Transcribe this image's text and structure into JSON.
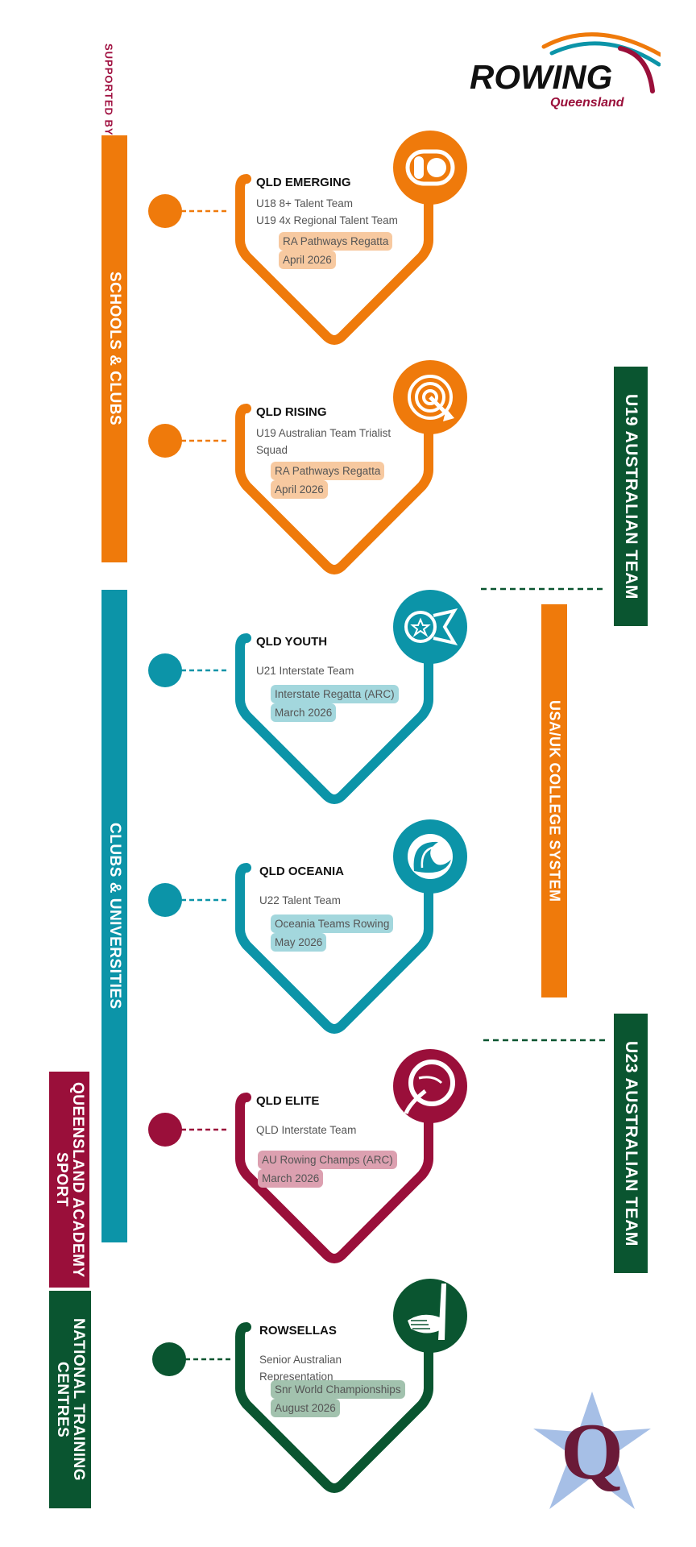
{
  "header": {
    "supported_by": "SUPPORTED\nBY:",
    "logo": {
      "word": "ROWING",
      "sub": "Queensland"
    }
  },
  "colors": {
    "orange": "#ef7a0b",
    "teal": "#0c94a8",
    "maroon": "#9a0f3a",
    "green": "#0a5530",
    "orange_tint": "#f7c9a0",
    "teal_tint": "#a3d7dd",
    "maroon_tint": "#dca0b0",
    "green_tint": "#a2c2ae",
    "qas_star": "#a6bfe6"
  },
  "left_bars": [
    {
      "label": "SCHOOLS & CLUBS"
    },
    {
      "label": "CLUBS & UNIVERSITIES"
    },
    {
      "label": "QUEENSLAND ACADEMY\nSPORT"
    },
    {
      "label": "NATIONAL TRAINING\nCENTRES"
    }
  ],
  "right_bars": [
    {
      "label": "U19 AUSTRALIAN TEAM"
    },
    {
      "label": "USA/UK COLLEGE SYSTEM"
    },
    {
      "label": "U23 AUSTRALIAN TEAM"
    }
  ],
  "stages": [
    {
      "title": "QLD EMERGING",
      "lines": [
        "U18 8+ Talent Team",
        "U19 4x  Regional Talent Team"
      ],
      "event": [
        "RA Pathways Regatta",
        "April 2026"
      ],
      "icon": "toggle-icon"
    },
    {
      "title": "QLD RISING",
      "lines": [
        "U19 Australian Team Trialist",
        "Squad"
      ],
      "event": [
        "RA Pathways Regatta",
        "April 2026"
      ],
      "icon": "target-icon"
    },
    {
      "title": "QLD YOUTH",
      "lines": [
        "U21 Interstate Team"
      ],
      "event": [
        "Interstate Regatta  (ARC)",
        "March 2026"
      ],
      "icon": "medal-icon"
    },
    {
      "title": "QLD OCEANIA",
      "lines": [
        "U22 Talent Team"
      ],
      "event": [
        "Oceania Teams Rowing",
        "May 2026"
      ],
      "icon": "wave-icon"
    },
    {
      "title": "QLD ELITE",
      "lines": [
        "QLD Interstate Team"
      ],
      "event": [
        "AU Rowing Champs (ARC)",
        "March 2026"
      ],
      "icon": "q-logo-icon"
    },
    {
      "title": "ROWSELLAS",
      "lines": [
        "Senior Australian",
        "Representation"
      ],
      "event": [
        "Snr World Championships",
        "August 2026"
      ],
      "icon": "oar-hand-icon"
    }
  ],
  "footer_logo": {
    "icon": "qas-star-logo-icon",
    "letter": "Q"
  }
}
